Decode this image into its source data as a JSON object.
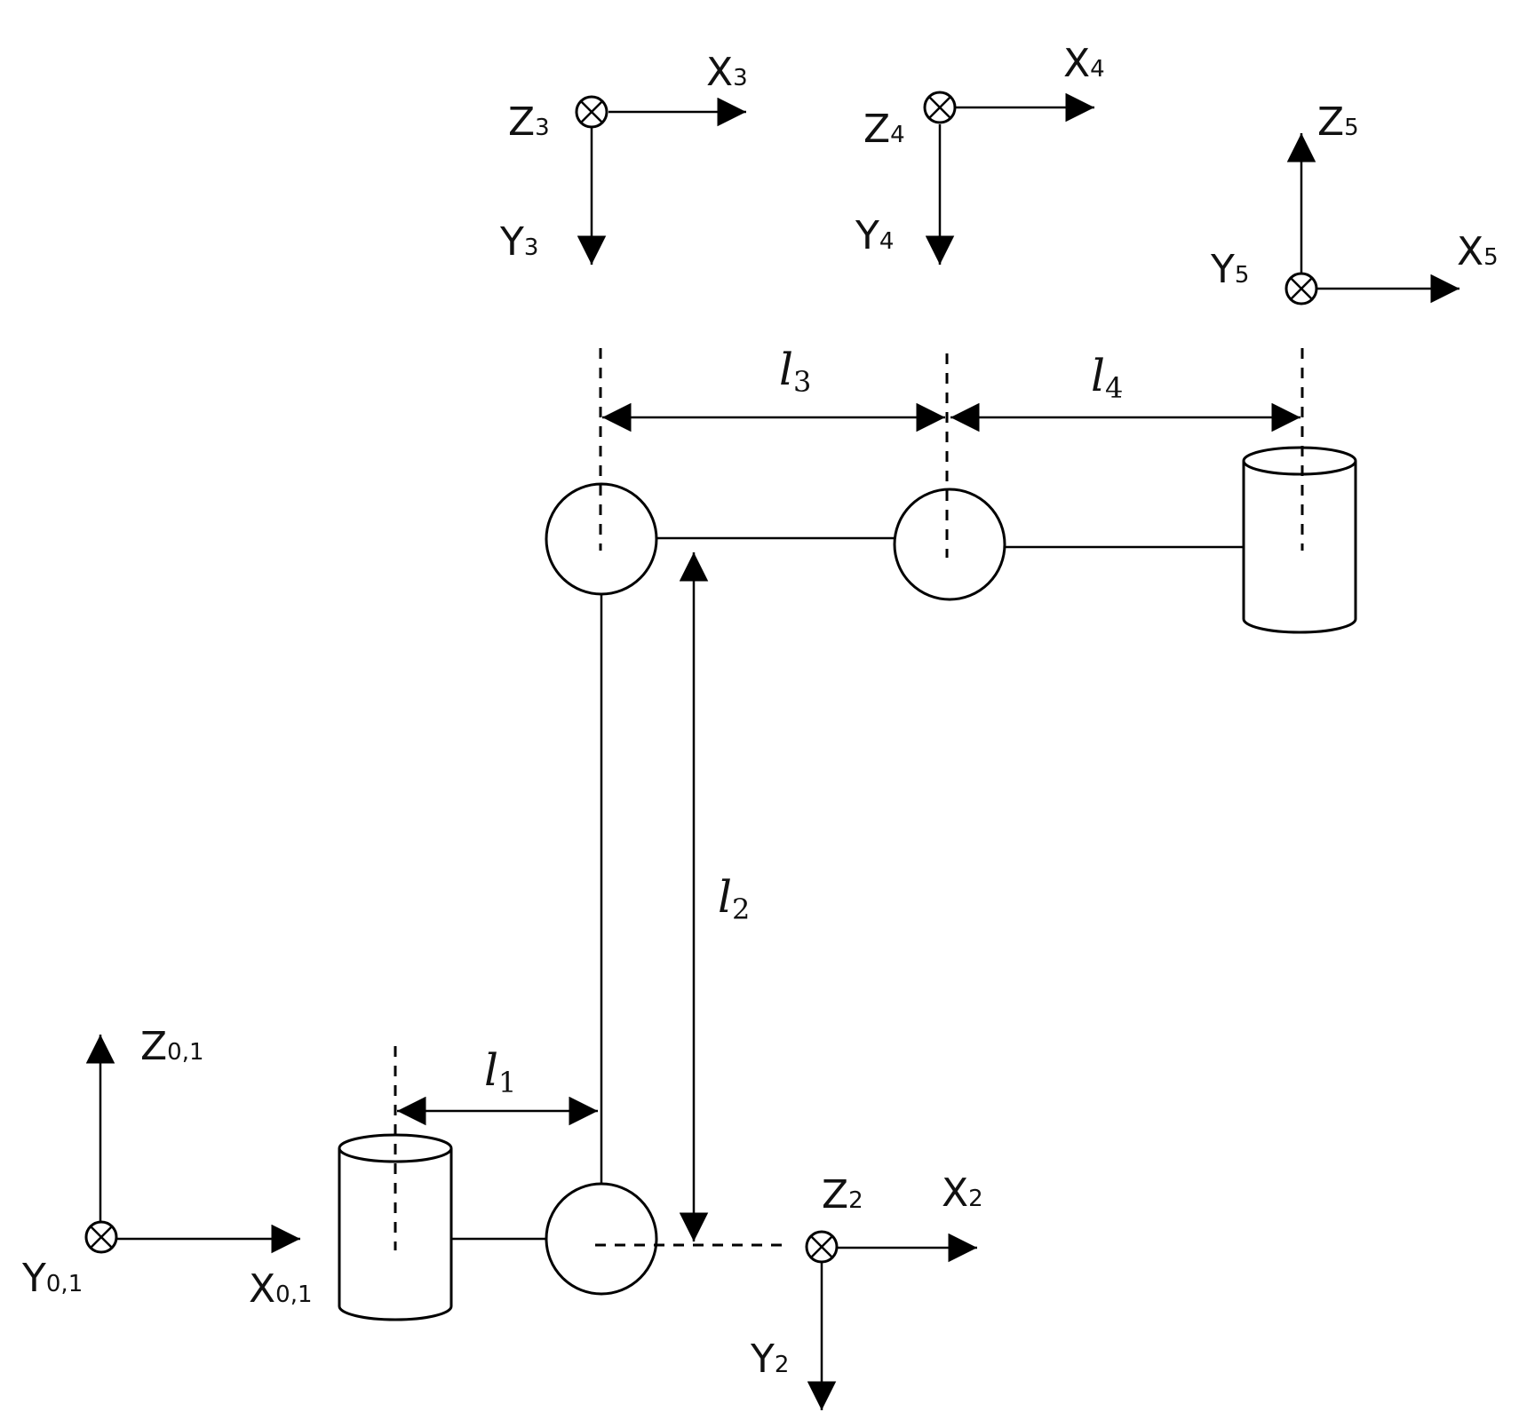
{
  "frames": [
    {
      "id": "frame-0-1",
      "labels": {
        "z": "Z",
        "z_sub": "0,1",
        "x": "X",
        "x_sub": "0,1",
        "y": "Y",
        "y_sub": "0,1"
      }
    },
    {
      "id": "frame-2",
      "labels": {
        "z": "Z",
        "z_sub": "2",
        "x": "X",
        "x_sub": "2",
        "y": "Y",
        "y_sub": "2"
      }
    },
    {
      "id": "frame-3",
      "labels": {
        "z": "Z",
        "z_sub": "3",
        "x": "X",
        "x_sub": "3",
        "y": "Y",
        "y_sub": "3"
      }
    },
    {
      "id": "frame-4",
      "labels": {
        "z": "Z",
        "z_sub": "4",
        "x": "X",
        "x_sub": "4",
        "y": "Y",
        "y_sub": "4"
      }
    },
    {
      "id": "frame-5",
      "labels": {
        "z": "Z",
        "z_sub": "5",
        "x": "X",
        "x_sub": "5",
        "y": "Y",
        "y_sub": "5"
      }
    }
  ],
  "lengths": [
    {
      "base": "l",
      "sub": "1"
    },
    {
      "base": "l",
      "sub": "2"
    },
    {
      "base": "l",
      "sub": "3"
    },
    {
      "base": "l",
      "sub": "4"
    }
  ]
}
